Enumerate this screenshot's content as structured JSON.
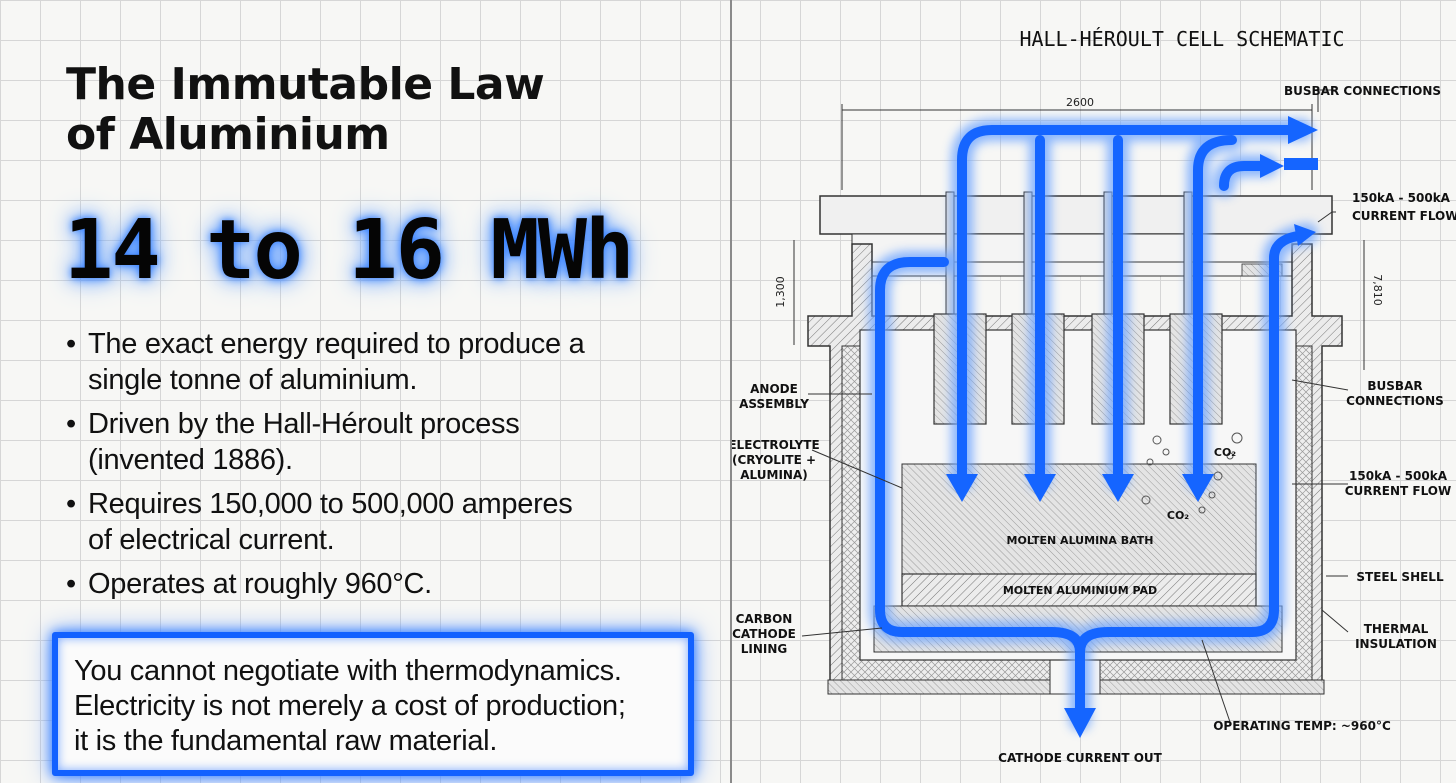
{
  "left": {
    "title_line1": "The Immutable Law",
    "title_line2": "of Aluminium",
    "headline": "14 to 16 MWh",
    "bullets": [
      [
        "The exact energy required to produce a",
        "single tonne of aluminium."
      ],
      [
        "Driven by the Hall-Héroult process",
        "(invented 1886)."
      ],
      [
        "Requires 150,000 to 500,000 amperes",
        "of electrical current."
      ],
      [
        "Operates at roughly 960°C."
      ]
    ],
    "quote_lines": [
      "You cannot negotiate with thermodynamics.",
      "Electricity is not merely a cost of production;",
      "it is the fundamental raw material."
    ]
  },
  "diagram": {
    "title": "HALL-HÉROULT CELL SCHEMATIC",
    "dim_width": "2600",
    "dim_left": "1,300",
    "dim_right": "7,810",
    "labels": {
      "busbar_top": "BUSBAR CONNECTIONS",
      "current_top_1": "150kA - 500kA",
      "current_top_2": "CURRENT FLOW",
      "anode_1": "ANODE",
      "anode_2": "ASSEMBLY",
      "electrolyte_1": "ELECTROLYTE",
      "electrolyte_2": "(CRYOLITE +",
      "electrolyte_3": "ALUMINA)",
      "busbar_mid_1": "BUSBAR",
      "busbar_mid_2": "CONNECTIONS",
      "current_mid_1": "150kA - 500kA",
      "current_mid_2": "CURRENT FLOW",
      "steel_shell": "STEEL SHELL",
      "thermal_1": "THERMAL",
      "thermal_2": "INSULATION",
      "carbon_1": "CARBON",
      "carbon_2": "CATHODE",
      "carbon_3": "LINING",
      "bath": "MOLTEN ALUMINA BATH",
      "pad": "MOLTEN ALUMINIUM PAD",
      "co2_a": "CO₂",
      "co2_b": "CO₂",
      "operating_temp": "OPERATING TEMP: ~960°C",
      "cathode_out": "CATHODE CURRENT OUT"
    },
    "colors": {
      "current": "#1565ff",
      "glow": "#6fa6ff"
    }
  }
}
